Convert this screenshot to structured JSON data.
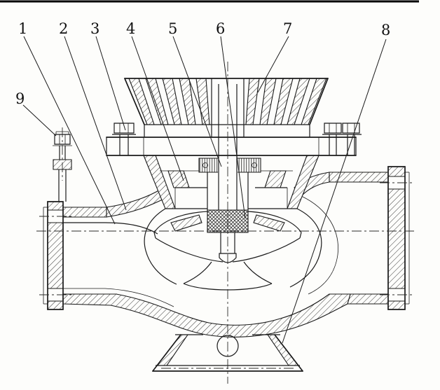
{
  "figure": {
    "background": "#fdfdfb",
    "line_color": "#1a1a1a",
    "callouts": [
      {
        "label": "1"
      },
      {
        "label": "2"
      },
      {
        "label": "3"
      },
      {
        "label": "4"
      },
      {
        "label": "5"
      },
      {
        "label": "6"
      },
      {
        "label": "7"
      },
      {
        "label": "8"
      },
      {
        "label": "9"
      }
    ]
  }
}
